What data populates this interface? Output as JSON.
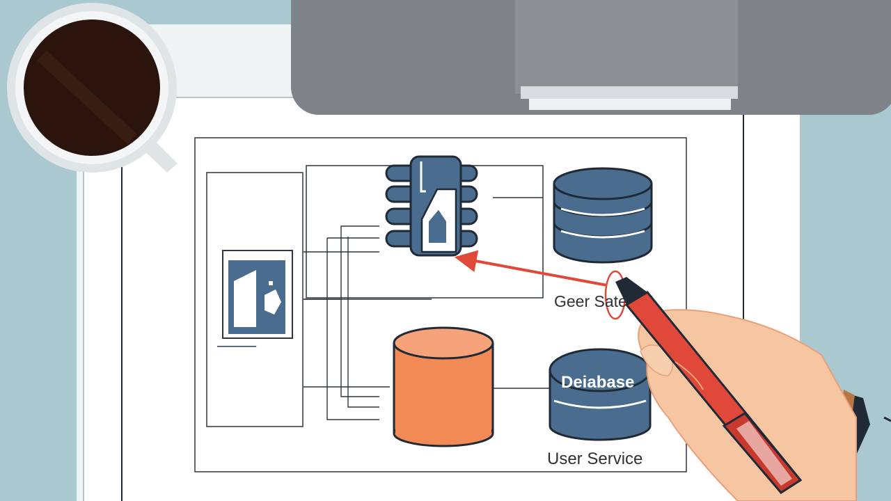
{
  "diagram": {
    "labels": {
      "top_right_label": "Geer Sate",
      "database_label": "Deiabase",
      "service_label": "User Service"
    },
    "caption_glyphs": "▬▬▬▬▬▬▬▬▬▬▬▬▬▬"
  },
  "colors": {
    "background": "#aac8cf",
    "paper": "#ffffff",
    "navy": "#4a6c8e",
    "outline": "#1f2a36",
    "orange": "#f28a55",
    "red": "#e0483a",
    "skin": "#f6c5a1",
    "coffee": "#2a140c",
    "printer": "#7d8389"
  },
  "icons": [
    "coffee-cup-icon",
    "printer-icon",
    "server-icon",
    "database-icon",
    "cylinder-icon",
    "hand-with-marker-icon"
  ]
}
